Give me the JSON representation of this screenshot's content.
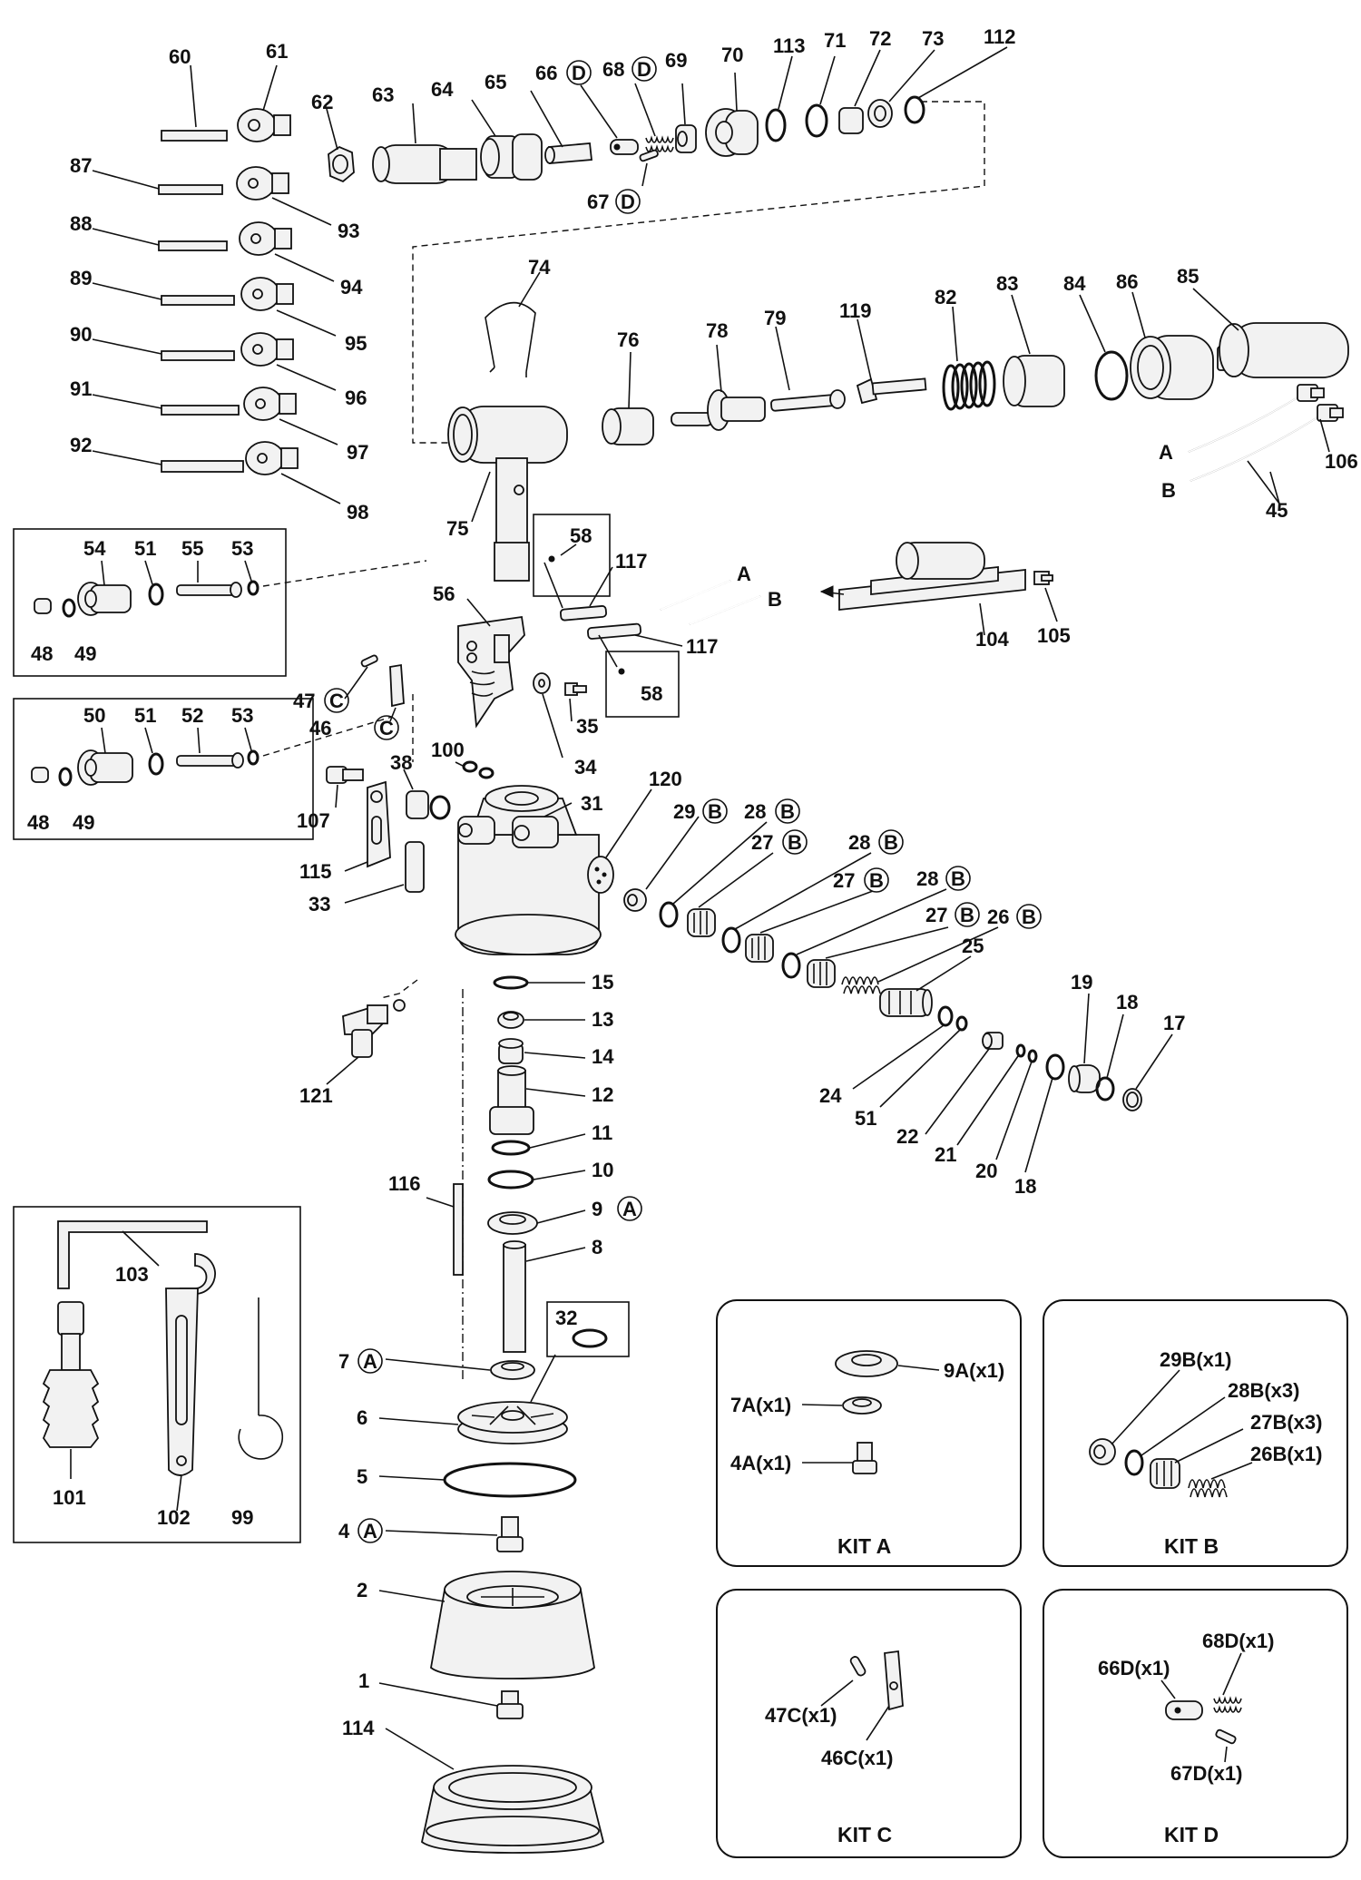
{
  "diagram": {
    "labels": {
      "p60": "60",
      "p61": "61",
      "p62": "62",
      "p63": "63",
      "p64": "64",
      "p65": "65",
      "p66": "66",
      "p66s": "D",
      "p68": "68",
      "p68s": "D",
      "p69": "69",
      "p70": "70",
      "p113": "113",
      "p71": "71",
      "p72": "72",
      "p73": "73",
      "p112": "112",
      "p67": "67",
      "p67s": "D",
      "p87": "87",
      "p88": "88",
      "p89": "89",
      "p90": "90",
      "p91": "91",
      "p92": "92",
      "p93": "93",
      "p94": "94",
      "p95": "95",
      "p96": "96",
      "p97": "97",
      "p98": "98",
      "p74": "74",
      "p75": "75",
      "p76": "76",
      "p78": "78",
      "p79": "79",
      "p119": "119",
      "p82": "82",
      "p83": "83",
      "p84": "84",
      "p86": "86",
      "p85": "85",
      "pA1": "A",
      "pB1": "B",
      "p45": "45",
      "p106": "106",
      "p54": "54",
      "p51a": "51",
      "p55": "55",
      "p53a": "53",
      "p48a": "48",
      "p49a": "49",
      "p50": "50",
      "p51b": "51",
      "p52": "52",
      "p53b": "53",
      "p48b": "48",
      "p49b": "49",
      "p56": "56",
      "p58a": "58",
      "p58b": "58",
      "p117a": "117",
      "p117b": "117",
      "pA2": "A",
      "pB2": "B",
      "p104": "104",
      "p105": "105",
      "p47": "47",
      "p47s": "C",
      "p46": "46",
      "p46s": "C",
      "p35": "35",
      "p34": "34",
      "p107": "107",
      "p38": "38",
      "p100": "100",
      "p31": "31",
      "p115": "115",
      "p33": "33",
      "p120": "120",
      "p29": "29",
      "p29s": "B",
      "p28a": "28",
      "p28as": "B",
      "p27a": "27",
      "p27as": "B",
      "p28b": "28",
      "p28bs": "B",
      "p27b": "27",
      "p27bs": "B",
      "p28c": "28",
      "p28cs": "B",
      "p27c": "27",
      "p27cs": "B",
      "p26": "26",
      "p26s": "B",
      "p25": "25",
      "p19": "19",
      "p18a": "18",
      "p17": "17",
      "p24": "24",
      "p51c": "51",
      "p22": "22",
      "p21": "21",
      "p20": "20",
      "p18b": "18",
      "p15": "15",
      "p13": "13",
      "p14": "14",
      "p12": "12",
      "p11": "11",
      "p10": "10",
      "p9": "9",
      "p9s": "A",
      "p8": "8",
      "p116": "116",
      "p121": "121",
      "p32": "32",
      "p7": "7",
      "p7s": "A",
      "p6": "6",
      "p5": "5",
      "p4": "4",
      "p4s": "A",
      "p2": "2",
      "p1": "1",
      "p114": "114",
      "p103": "103",
      "p101": "101",
      "p102": "102",
      "p99": "99"
    },
    "kits": {
      "a": {
        "title": "KIT A",
        "items": [
          "9A(x1)",
          "7A(x1)",
          "4A(x1)"
        ]
      },
      "b": {
        "title": "KIT B",
        "items": [
          "29B(x1)",
          "28B(x3)",
          "27B(x3)",
          "26B(x1)"
        ]
      },
      "c": {
        "title": "KIT C",
        "items": [
          "47C(x1)",
          "46C(x1)"
        ]
      },
      "d": {
        "title": "KIT D",
        "items": [
          "66D(x1)",
          "68D(x1)",
          "67D(x1)"
        ]
      }
    }
  }
}
